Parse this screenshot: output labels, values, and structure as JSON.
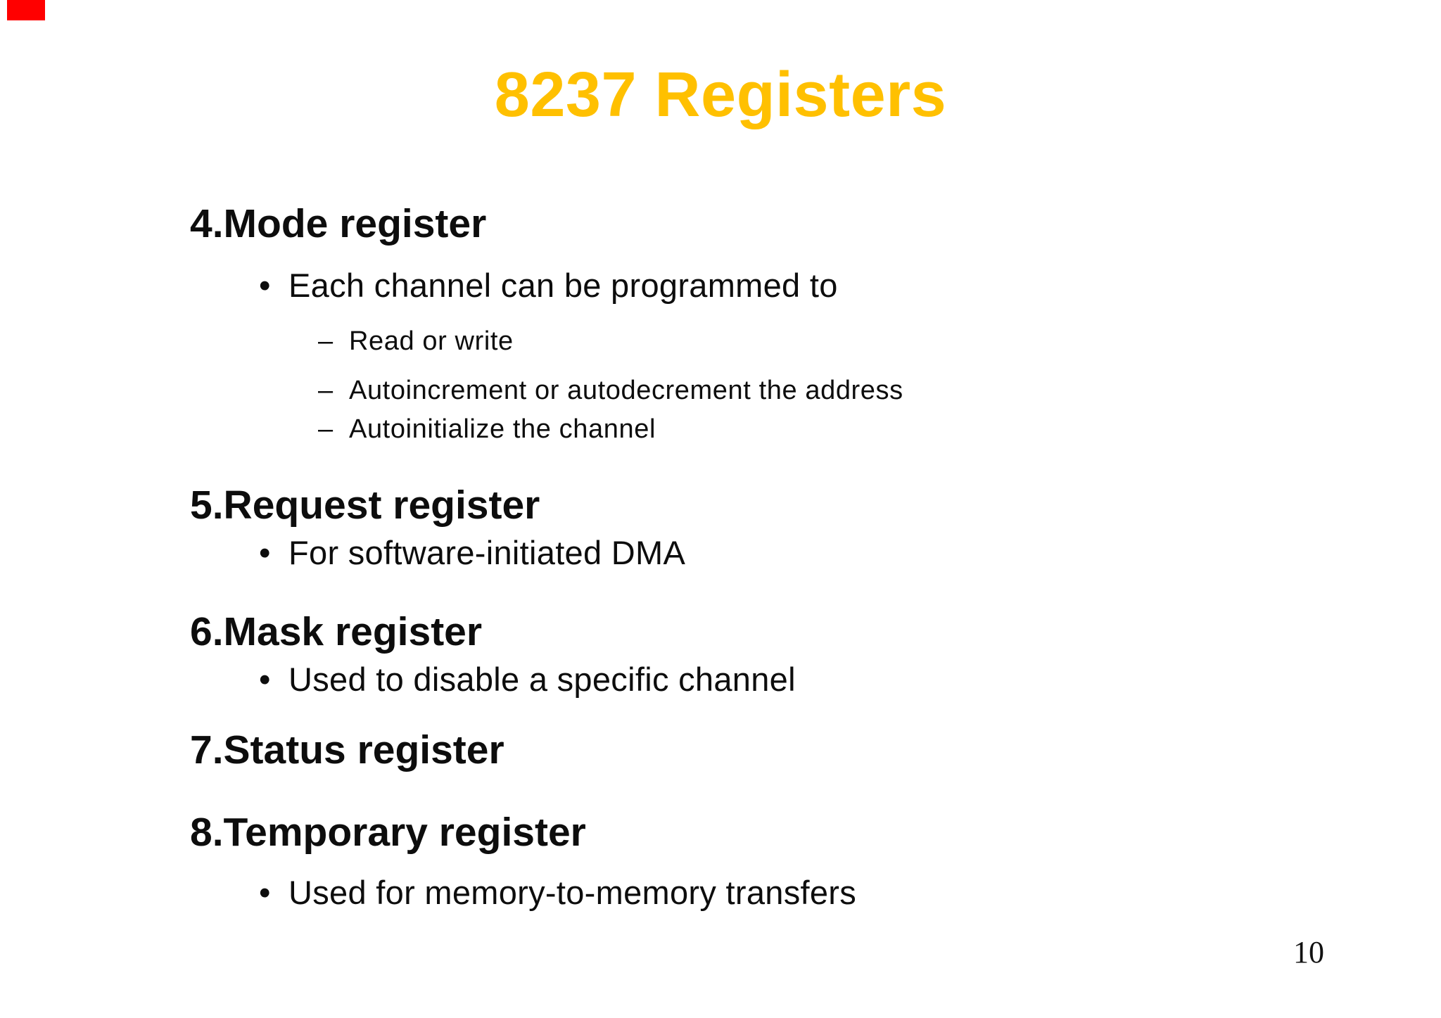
{
  "slide": {
    "title": "8237 Registers",
    "page_number": "10",
    "colors": {
      "title": "#FFC000",
      "text": "#0D0D0D",
      "background": "#FFFFFF",
      "corner_marker": "#FF0000"
    },
    "bullet_glyphs": {
      "level1": "•",
      "level2": "–"
    },
    "sections": [
      {
        "heading": "4.Mode register",
        "bullets": [
          {
            "level": 1,
            "text": "Each channel can be programmed to"
          },
          {
            "level": 2,
            "text": "Read or write"
          },
          {
            "level": 2,
            "text": "Autoincrement or autodecrement the address"
          },
          {
            "level": 2,
            "text": "Autoinitialize the channel"
          }
        ]
      },
      {
        "heading": "5.Request register",
        "bullets": [
          {
            "level": 1,
            "text": "For software-initiated DMA"
          }
        ]
      },
      {
        "heading": "6.Mask register",
        "bullets": [
          {
            "level": 1,
            "text": "Used to disable a specific channel"
          }
        ]
      },
      {
        "heading": "7.Status register",
        "bullets": []
      },
      {
        "heading": "8.Temporary register",
        "bullets": [
          {
            "level": 1,
            "text": "Used for memory-to-memory transfers"
          }
        ]
      }
    ]
  }
}
